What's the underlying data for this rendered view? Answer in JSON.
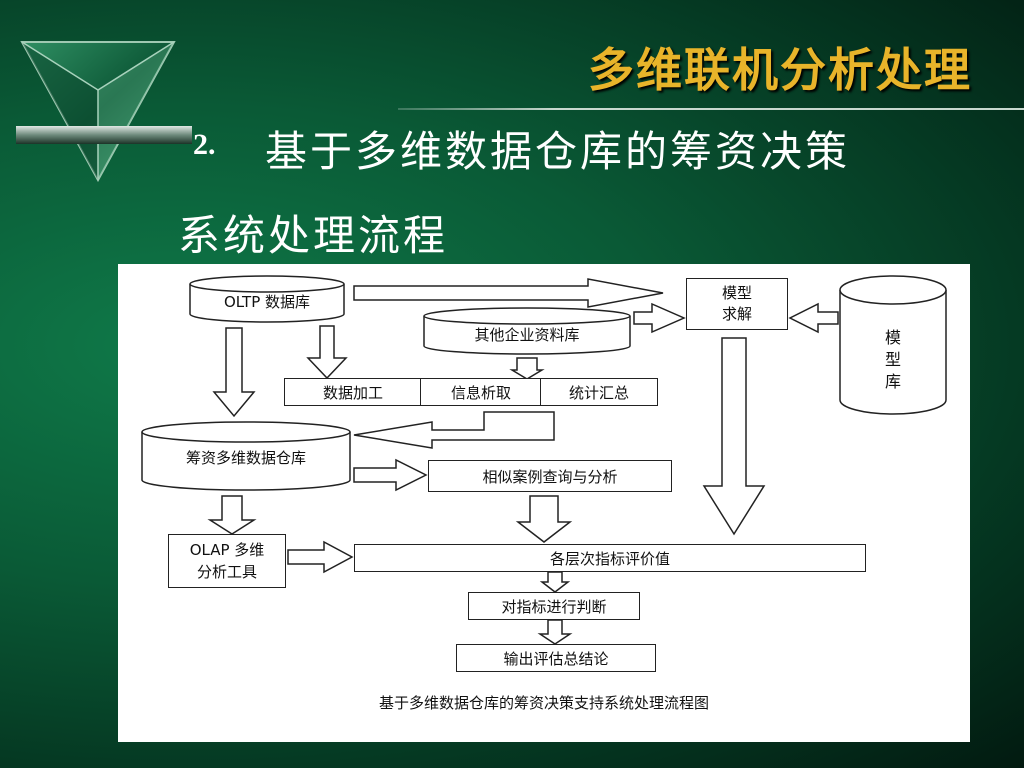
{
  "slide": {
    "title": "多维联机分析处理",
    "subtitle_number": "2.",
    "subtitle_line1": "基于多维数据仓库的筹资决策",
    "subtitle_line2": "系统处理流程"
  },
  "diagram": {
    "oltp_db": "OLTP 数据库",
    "other_db": "其他企业资料库",
    "data_processing": "数据加工",
    "info_extract": "信息析取",
    "stat_summary": "统计汇总",
    "warehouse": "筹资多维数据仓库",
    "similar_case": "相似案例查询与分析",
    "olap_line1": "OLAP 多维",
    "olap_line2": "分析工具",
    "indicator_values": "各层次指标评价值",
    "judge": "对指标进行判断",
    "output": "输出评估总结论",
    "model_solve_line1": "模型",
    "model_solve_line2": "求解",
    "model_lib_1": "模",
    "model_lib_2": "型",
    "model_lib_3": "库",
    "caption": "基于多维数据仓库的筹资决策支持系统处理流程图"
  },
  "colors": {
    "title": "#e8b42a",
    "background": "#0a5a36",
    "text": "#ffffff"
  }
}
